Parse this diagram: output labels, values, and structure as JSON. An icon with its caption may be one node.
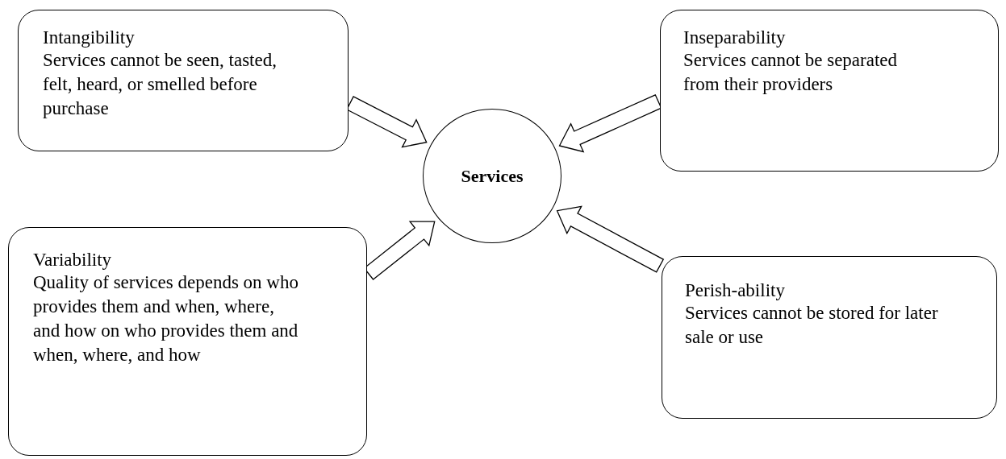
{
  "diagram": {
    "nodes": [
      {
        "text": [
          "Intangibility",
          "Services cannot be seen, tasted, felt, heard, or smelled before purchase"
        ]
      },
      {
        "text": [
          "Inseparability",
          "Services cannot be separated from their providers"
        ]
      },
      {
        "text": [
          "Services"
        ]
      },
      {
        "text": [
          "Variability",
          "Quality of services depends on who provides them and when, where, and how on who provides them and when, where, and how"
        ]
      },
      {
        "text": [
          "Perish-ability",
          "Services cannot be stored for later sale or use"
        ]
      }
    ],
    "edges": [
      {
        "from": 0,
        "to": 2,
        "arrow": "to"
      },
      {
        "from": 1,
        "to": 2,
        "arrow": "to"
      },
      {
        "from": 3,
        "to": 2,
        "arrow": "to"
      },
      {
        "from": 4,
        "to": 2,
        "arrow": "to"
      }
    ]
  }
}
